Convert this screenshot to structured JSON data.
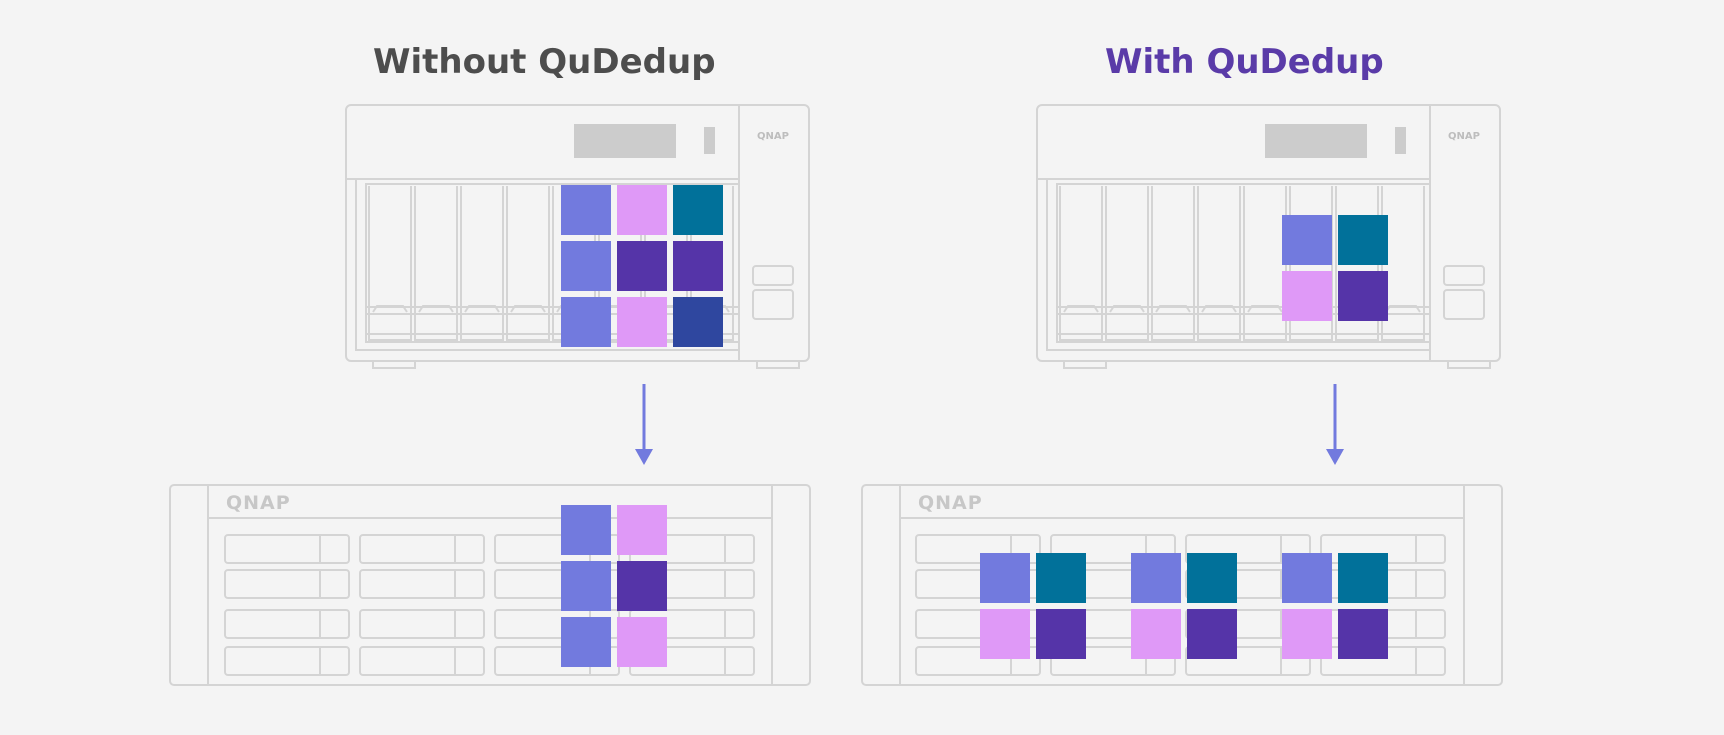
{
  "left_panel": {
    "title": "Without QuDedup",
    "title_color": "#4d4d4d",
    "nas_logo": "QNAP",
    "rack_logo": "QNAP",
    "nas_blocks": [
      "#727ade",
      "#df99f7",
      "#01719a",
      "#727ade",
      "#5534a8",
      "#5534a8",
      "#727ade",
      "#df99f7",
      "#2f479f"
    ],
    "rack_blocks": [
      "#727ade",
      "#df99f7",
      "#727ade",
      "#5534a8",
      "#727ade",
      "#df99f7"
    ]
  },
  "right_panel": {
    "title": "With QuDedup",
    "title_color": "#5a3ba8",
    "nas_logo": "QNAP",
    "rack_logo": "QNAP",
    "nas_blocks": [
      "#727ade",
      "#01719a",
      "#df99f7",
      "#5534a8"
    ],
    "rack_block_groups": [
      [
        "#727ade",
        "#01719a",
        "#df99f7",
        "#5534a8"
      ],
      [
        "#727ade",
        "#01719a",
        "#df99f7",
        "#5534a8"
      ],
      [
        "#727ade",
        "#01719a",
        "#df99f7",
        "#5534a8"
      ]
    ]
  },
  "arrow_color": "#727ade",
  "device_outline_color": "#d4d4d4"
}
